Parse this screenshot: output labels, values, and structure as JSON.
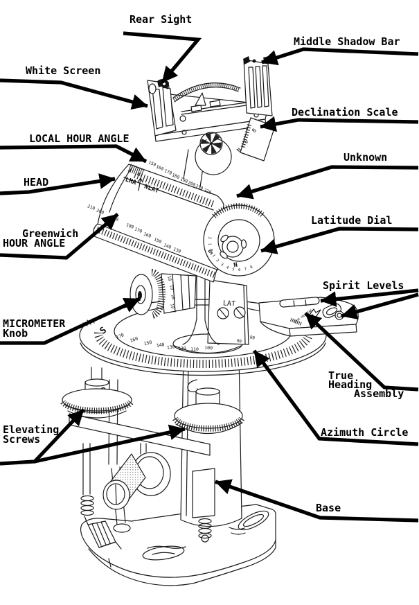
{
  "labels": {
    "rear_sight": "Rear Sight",
    "middle_shadow_bar": "Middle Shadow Bar",
    "white_screen": "White Screen",
    "declination_scale": "Declination Scale",
    "local_hour_angle": "LOCAL HOUR ANGLE",
    "head": "HEAD",
    "greenwich_line1": "Greenwich",
    "greenwich_line2": "HOUR ANGLE",
    "unknown": "Unknown",
    "latitude_dial": "Latitude Dial",
    "micrometer_line1": "MICROMETER",
    "micrometer_line2": "Knob",
    "spirit_levels": "Spirit Levels",
    "true_heading_line1": "True",
    "true_heading_line2": "Heading",
    "true_heading_line3": "Assembly",
    "elevating_line1": "Elevating",
    "elevating_line2": "Screws",
    "azimuth_circle": "Azimuth Circle",
    "base": "Base"
  },
  "instrument": {
    "lha_text": "LHA",
    "nlat_text": "NLAT",
    "lat_text": "LAT",
    "azimuth_s": "S",
    "azimuth_e": "E",
    "dial_s": "S",
    "dial_n": "N",
    "lha_scale": [
      "150",
      "160",
      "170",
      "180",
      "190",
      "200",
      "210",
      "220"
    ],
    "gha_scale": [
      "210",
      "200",
      "190",
      "180",
      "170",
      "160",
      "150",
      "140",
      "130"
    ],
    "azimuth_scale": [
      "170",
      "160",
      "150",
      "140",
      "130",
      "120",
      "110",
      "100"
    ],
    "azimuth_scale_right": [
      "90",
      "80"
    ],
    "micrometer_marks": [
      "18",
      "19",
      "20",
      "19"
    ],
    "decl_marks": [
      "8",
      "S",
      "N"
    ],
    "dial_digits": [
      "2",
      "1",
      "0",
      "1",
      "2",
      "3",
      "4",
      "5",
      "6",
      "7",
      "8"
    ],
    "plate_mark": "TRUE HEADING"
  },
  "colors": {
    "ink": "#111111",
    "paper": "#ffffff"
  }
}
